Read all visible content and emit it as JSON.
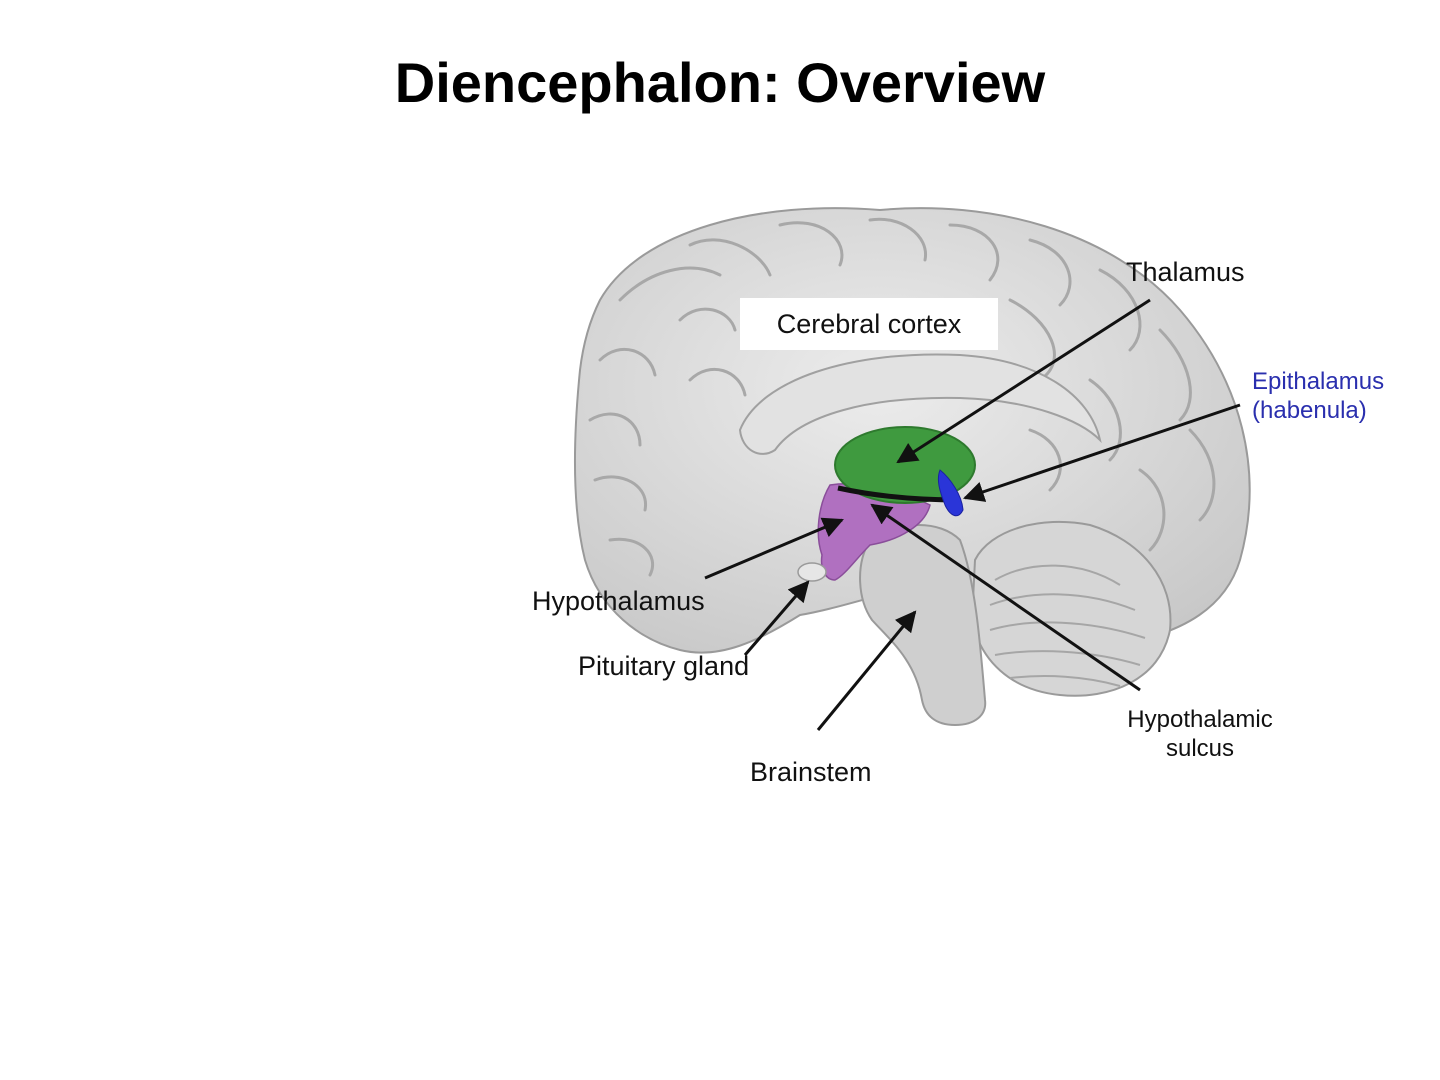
{
  "title": "Diencephalon: Overview",
  "colors": {
    "thalamus": "#3f9a3f",
    "hypothalamus": "#b070c0",
    "epithalamus": "#2a35d8",
    "epithalamus_label": "#2a2fae",
    "brain": "#d4d4d4",
    "arrow": "#111111"
  },
  "labels": {
    "cerebral_cortex": "Cerebral cortex",
    "thalamus": "Thalamus",
    "epithalamus_line1": "Epithalamus",
    "epithalamus_line2": "(habenula)",
    "hypothalamus": "Hypothalamus",
    "pituitary_gland": "Pituitary gland",
    "brainstem": "Brainstem",
    "hypothalamic_sulcus_line1": "Hypothalamic",
    "hypothalamic_sulcus_line2": "sulcus"
  }
}
